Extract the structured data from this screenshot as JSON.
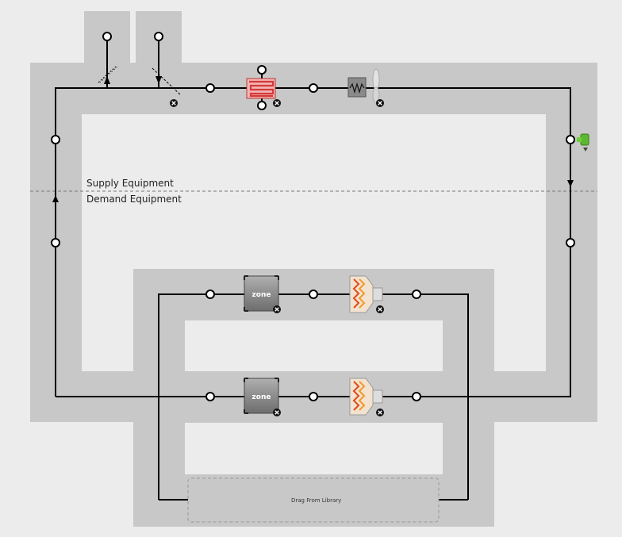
{
  "labels": {
    "supply": "Supply Equipment",
    "demand": "Demand Equipment",
    "drop_zone": "Drag From Library",
    "zone_upper": "zone",
    "zone_lower": "zone"
  },
  "colors": {
    "background": "#ececec",
    "band": "#c8c8c8",
    "line": "#000000",
    "coil_red": "#d23a3a",
    "setpoint_green": "#5cb82e"
  },
  "icons": [
    "outdoor-air-damper-icon",
    "relief-air-damper-icon",
    "heating-coil-icon",
    "supply-fan-icon",
    "setpoint-manager-icon",
    "zone-icon",
    "air-terminal-reheat-icon",
    "remove-icon"
  ]
}
